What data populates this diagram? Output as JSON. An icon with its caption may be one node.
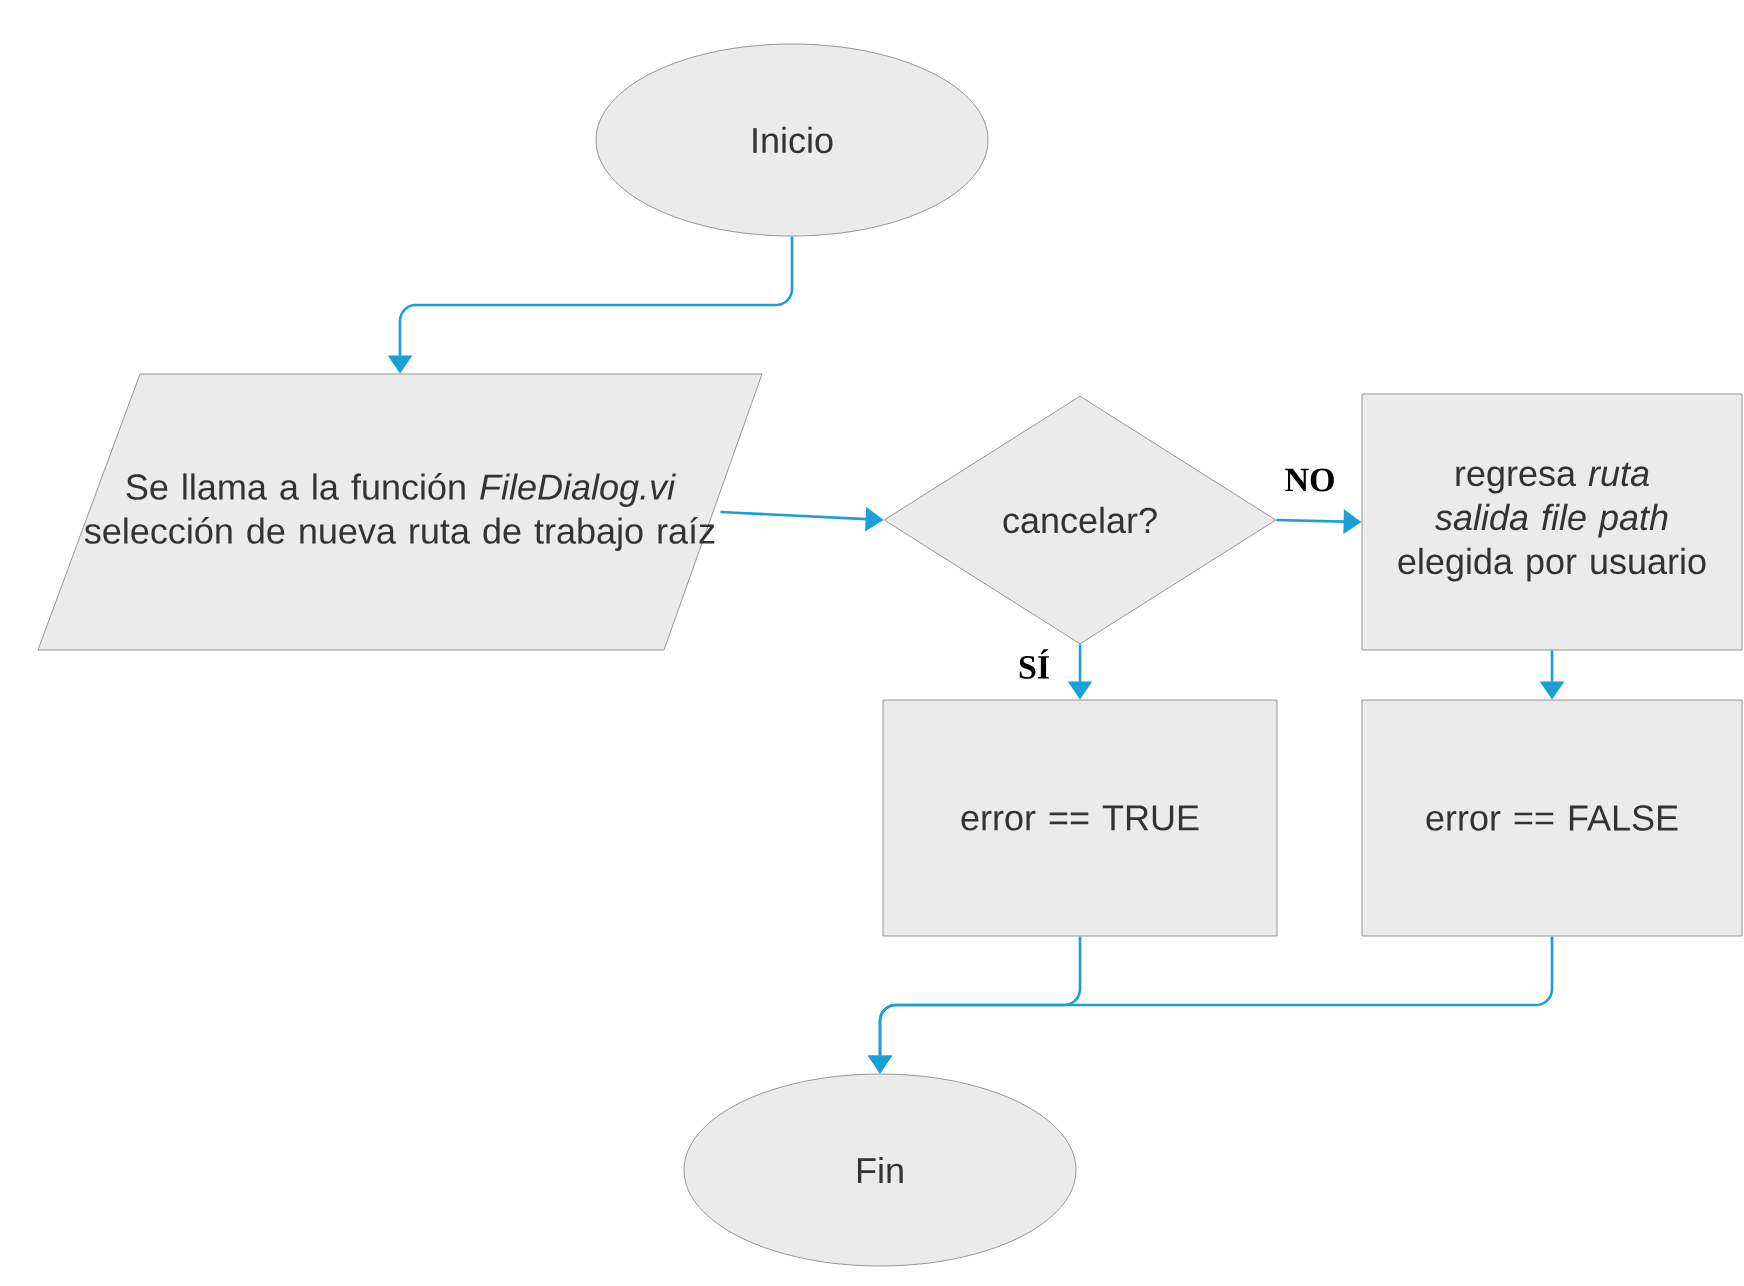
{
  "diagram": {
    "nodes": [
      {
        "text": [
          "Inicio"
        ]
      },
      {
        "text": [
          "Se llama a la función *FileDialog.vi* selección de nueva ruta de trabajo raíz"
        ]
      },
      {
        "text": [
          "cancelar?"
        ]
      },
      {
        "text": [
          "regresa *ruta salida* *file path* elegida por usuario"
        ]
      },
      {
        "text": [
          "error == TRUE"
        ]
      },
      {
        "text": [
          "error == FALSE"
        ]
      },
      {
        "text": [
          "Fin"
        ]
      }
    ],
    "edges": [
      {
        "from": 0,
        "to": 1,
        "arrow": "to"
      },
      {
        "from": 1,
        "to": 2,
        "arrow": "to"
      },
      {
        "from": 2,
        "to": 3,
        "arrow": "to",
        "label": "NO"
      },
      {
        "from": 2,
        "to": 4,
        "arrow": "to",
        "label": "SÍ"
      },
      {
        "from": 3,
        "to": 5,
        "arrow": "to"
      },
      {
        "from": 4,
        "to": 6,
        "arrow": "to"
      },
      {
        "from": 5,
        "to": 6,
        "arrow": "to"
      }
    ]
  }
}
